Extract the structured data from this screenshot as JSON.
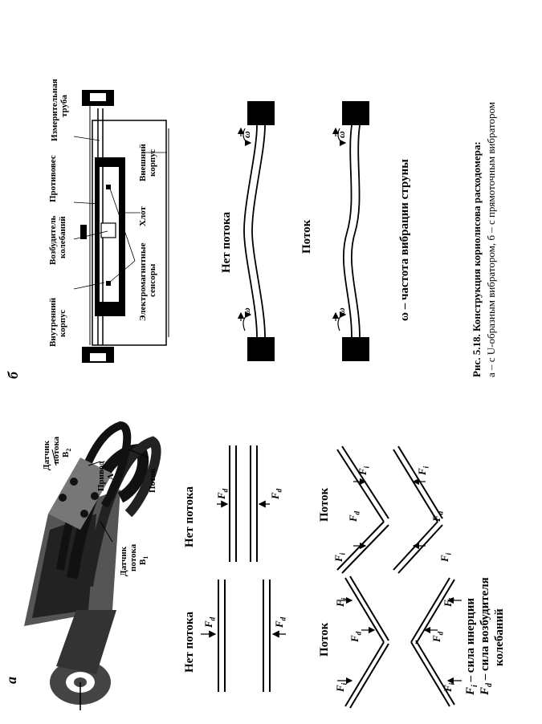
{
  "panel_a": {
    "label": "а",
    "device": {
      "sensor_b2": [
        "Датчик",
        "потока",
        "B",
        "2"
      ],
      "sensor_b1": [
        "Датчик",
        "потока",
        "B",
        "1"
      ],
      "drive": [
        "Привод",
        "A"
      ],
      "flow": "Поток"
    },
    "diagrams": {
      "no_flow_left": "Нет потока",
      "no_flow_right": "Нет потока",
      "flow_left": "Поток",
      "flow_right": "Поток",
      "fd": "F",
      "fd_sub": "d",
      "fi": "F",
      "fi_sub": "i"
    },
    "legend": {
      "fi_line": "F",
      "fi_sub": "i",
      "fi_text": " – сила инерции",
      "fd_line": "F",
      "fd_sub": "d",
      "fd_text": " – сила возбудителя",
      "fd_text2": "колебаний"
    }
  },
  "panel_b": {
    "label": "б",
    "labels": {
      "measuring_tube": [
        "Измерительная",
        "труба"
      ],
      "counterweight": "Противовес",
      "exciter": [
        "Возбудитель",
        "колебаний"
      ],
      "inner_case": [
        "Внутренний",
        "корпус"
      ],
      "outer_case": [
        "Внешний",
        "корпус"
      ],
      "slot": "Хлот",
      "em_sensors": [
        "Электромагнитные",
        "сенсоры"
      ]
    },
    "no_flow": "Нет потока",
    "flow": "Поток",
    "omega": "ω",
    "omega_caption": "ω – частота вибрации струны"
  },
  "caption": {
    "line1": "Рис. 5.18. Конструкция кориолисова расходомера:",
    "line2": "а – с U-образным вибратором, б – с прямоточным вибратором"
  },
  "colors": {
    "ink": "#000000",
    "paper": "#ffffff",
    "gray": "#7a7a7a"
  }
}
